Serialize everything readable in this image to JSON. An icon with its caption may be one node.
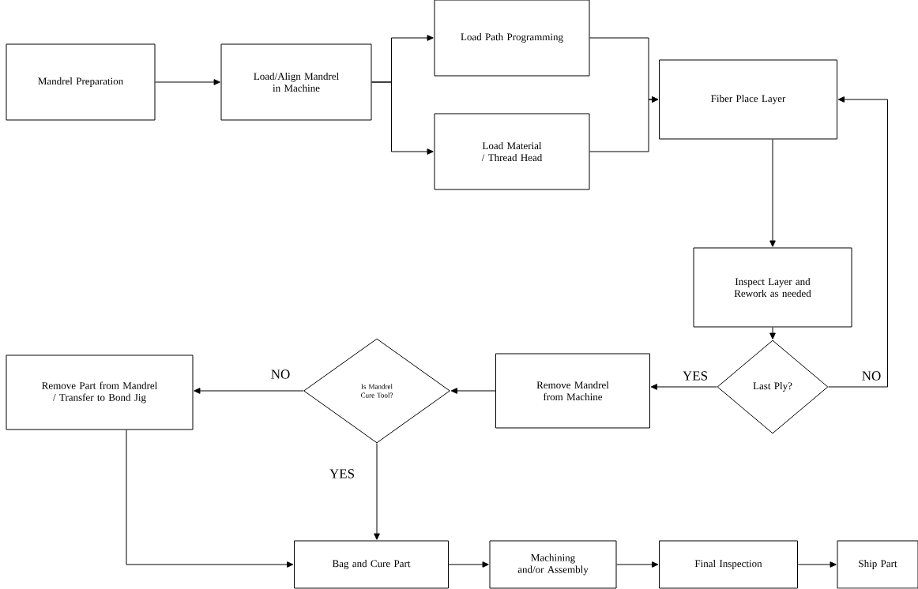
{
  "diagram": {
    "nodes": [
      {
        "text": [
          "Mandrel Preparation"
        ]
      },
      {
        "text": [
          "Load/Align Mandrel in Machine"
        ]
      },
      {
        "text": [
          "Load Path Programming"
        ]
      },
      {
        "text": [
          "Load Material / Thread Head"
        ]
      },
      {
        "text": [
          "Fiber Place Layer"
        ]
      },
      {
        "text": [
          "Inspect Layer and Rework as needed"
        ]
      },
      {
        "text": [
          "Last Ply?"
        ]
      },
      {
        "text": [
          "Remove Mandrel from Machine"
        ]
      },
      {
        "text": [
          "Is Mandrel Cure Tool?"
        ]
      },
      {
        "text": [
          "Remove Part from Mandrel / Transfer to Bond Jig"
        ]
      },
      {
        "text": [
          "Bag and Cure Part"
        ]
      },
      {
        "text": [
          "Machining and/or Assembly"
        ]
      },
      {
        "text": [
          "Final Inspection"
        ]
      },
      {
        "text": [
          "Ship Part"
        ]
      }
    ],
    "edges": [
      {
        "from": 0,
        "to": 1,
        "arrow": "to"
      },
      {
        "from": 1,
        "to": 2,
        "arrow": "to"
      },
      {
        "from": 1,
        "to": 3,
        "arrow": "to"
      },
      {
        "from": 2,
        "to": 4,
        "arrow": "to"
      },
      {
        "from": 3,
        "to": 4,
        "arrow": "to"
      },
      {
        "from": 4,
        "to": 5,
        "arrow": "to"
      },
      {
        "from": 5,
        "to": 6,
        "arrow": "to"
      },
      {
        "from": 6,
        "to": 7,
        "arrow": "to",
        "label": "YES"
      },
      {
        "from": 6,
        "to": 4,
        "arrow": "to",
        "label": "NO"
      },
      {
        "from": 7,
        "to": 8,
        "arrow": "to"
      },
      {
        "from": 8,
        "to": 9,
        "arrow": "to",
        "label": "NO"
      },
      {
        "from": 8,
        "to": 10,
        "arrow": "to",
        "label": "YES"
      },
      {
        "from": 9,
        "to": 10,
        "arrow": "to"
      },
      {
        "from": 10,
        "to": 11,
        "arrow": "to"
      },
      {
        "from": 11,
        "to": 12,
        "arrow": "to"
      },
      {
        "from": 12,
        "to": 13,
        "arrow": "to"
      }
    ]
  }
}
